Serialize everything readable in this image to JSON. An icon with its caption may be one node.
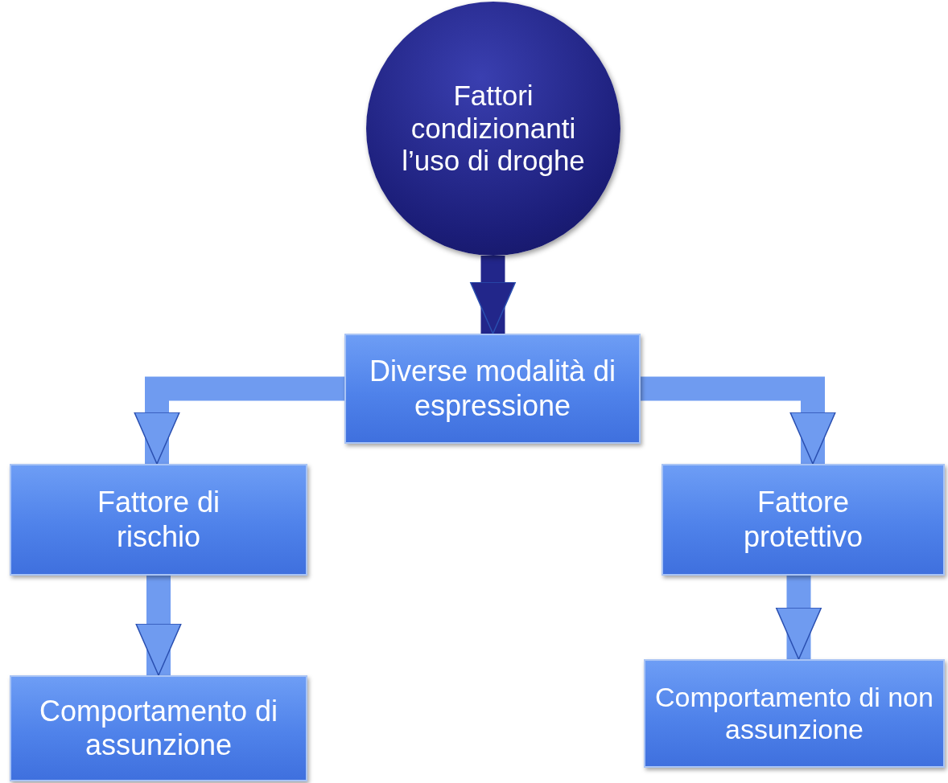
{
  "diagram": {
    "nodes": [
      {
        "text": [
          "Fattori condizionanti l’uso di droghe"
        ]
      },
      {
        "text": [
          "Diverse modalità di espressione"
        ]
      },
      {
        "text": [
          "Fattore di rischio"
        ]
      },
      {
        "text": [
          "Fattore protettivo"
        ]
      },
      {
        "text": [
          "Comportamento di assunzione"
        ]
      },
      {
        "text": [
          "Comportamento di non assunzione"
        ]
      }
    ],
    "edges": [
      {
        "from": 0,
        "to": 1,
        "arrow": "to",
        "color": "#22268a"
      },
      {
        "from": 1,
        "to": 2,
        "arrow": "to"
      },
      {
        "from": 1,
        "to": 3,
        "arrow": "to"
      },
      {
        "from": 2,
        "to": 4,
        "arrow": "to"
      },
      {
        "from": 3,
        "to": 5,
        "arrow": "to"
      }
    ]
  }
}
